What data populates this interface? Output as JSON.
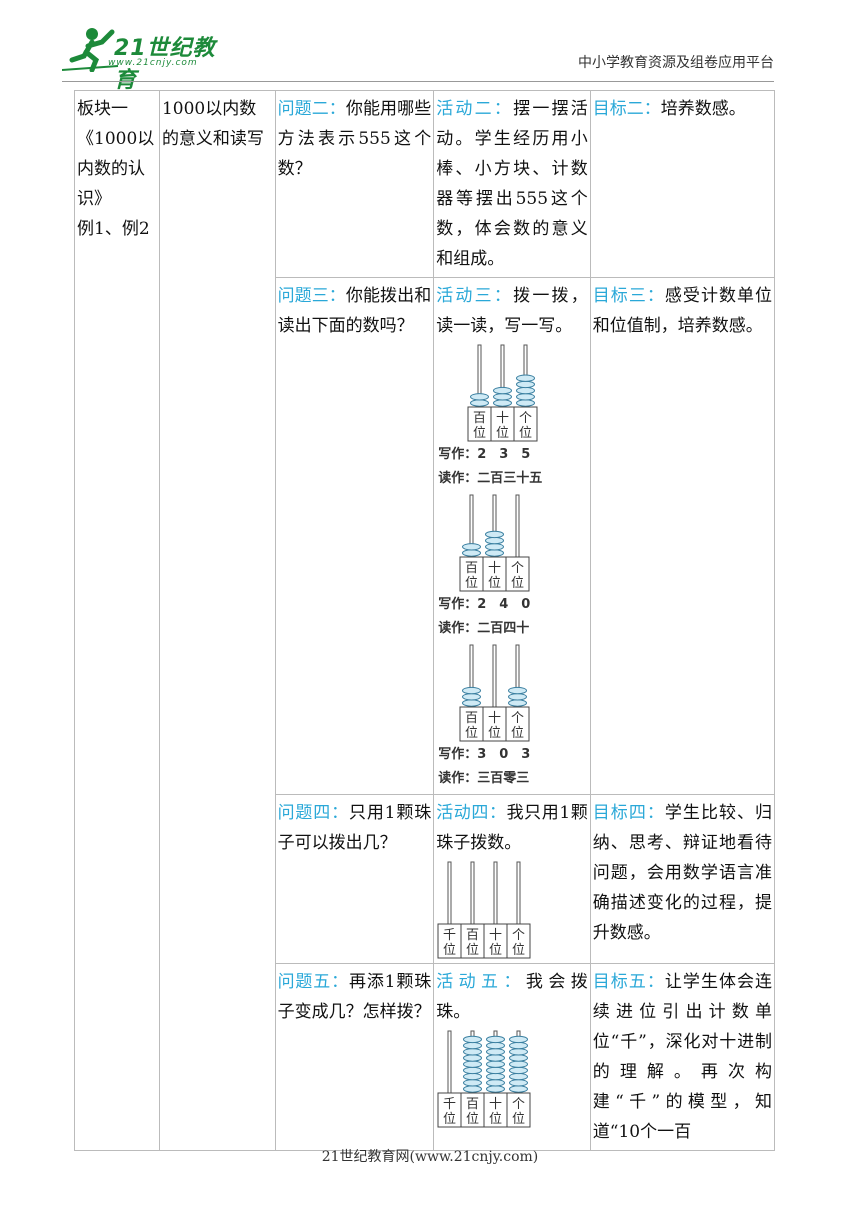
{
  "header": {
    "logo_text": "21世纪教育",
    "logo_url": "www.21cnjy.com",
    "platform": "中小学教育资源及组卷应用平台"
  },
  "table": {
    "col1": [
      "板块一",
      "《1000以",
      "内数的认",
      "识》",
      "例1、例2"
    ],
    "col2": "1000以内数的意义和读写",
    "rows": [
      {
        "q_label": "问题二：",
        "q_text": "你能用哪些方法表示555这个数？",
        "a_label": "活动二：",
        "a_text": "摆一摆活动。学生经历用小棒、小方块、计数器等摆出555这个数，体会数的意义和组成。",
        "g_label": "目标二：",
        "g_text": "培养数感。"
      },
      {
        "q_label": "问题三：",
        "q_text": "你能拨出和读出下面的数吗？",
        "a_label": "活动三：",
        "a_text": "拨一拨，读一读，写一写。",
        "g_label": "目标三：",
        "g_text": "感受计数单位和位值制，培养数感。",
        "abaci": [
          {
            "labels": [
              "百位",
              "十位",
              "个位"
            ],
            "beads": [
              2,
              3,
              5
            ],
            "write": "写作：2　3　5",
            "read": "读作：二百三十五"
          },
          {
            "labels": [
              "百位",
              "十位",
              "个位"
            ],
            "beads": [
              2,
              4,
              0
            ],
            "write": "写作：2　4　0",
            "read": "读作：二百四十"
          },
          {
            "labels": [
              "百位",
              "十位",
              "个位"
            ],
            "beads": [
              3,
              0,
              3
            ],
            "write": "写作：3　0　3",
            "read": "读作：三百零三"
          }
        ]
      },
      {
        "q_label": "问题四：",
        "q_text": "只用1颗珠子可以拨出几？",
        "a_label": "活动四：",
        "a_text": "我只用1颗珠子拨数。",
        "g_label": "目标四：",
        "g_text": "学生比较、归纳、思考、辩证地看待问题，会用数学语言准确描述变化的过程，提升数感。",
        "abacus": {
          "labels": [
            "千位",
            "百位",
            "十位",
            "个位"
          ],
          "beads": [
            0,
            0,
            0,
            0
          ]
        }
      },
      {
        "q_label": "问题五：",
        "q_text": "再添1颗珠子变成几？怎样拨？",
        "a_label": "活动五：",
        "a_text": "我会拨珠。",
        "g_label": "目标五：",
        "g_text": "让学生体会连续进位引出计数单位“千”，深化对十进制的理解。再次构建“千”的模型，知道“10个一百",
        "abacus": {
          "labels": [
            "千位",
            "百位",
            "十位",
            "个位"
          ],
          "beads": [
            0,
            9,
            9,
            9
          ]
        }
      }
    ]
  },
  "footer": "21世纪教育网(www.21cnjy.com)",
  "colors": {
    "label": "#2aa8d8",
    "bead": "#cfeaf5",
    "bead_stroke": "#3a7fa0",
    "logo": "#1d8a3a"
  }
}
